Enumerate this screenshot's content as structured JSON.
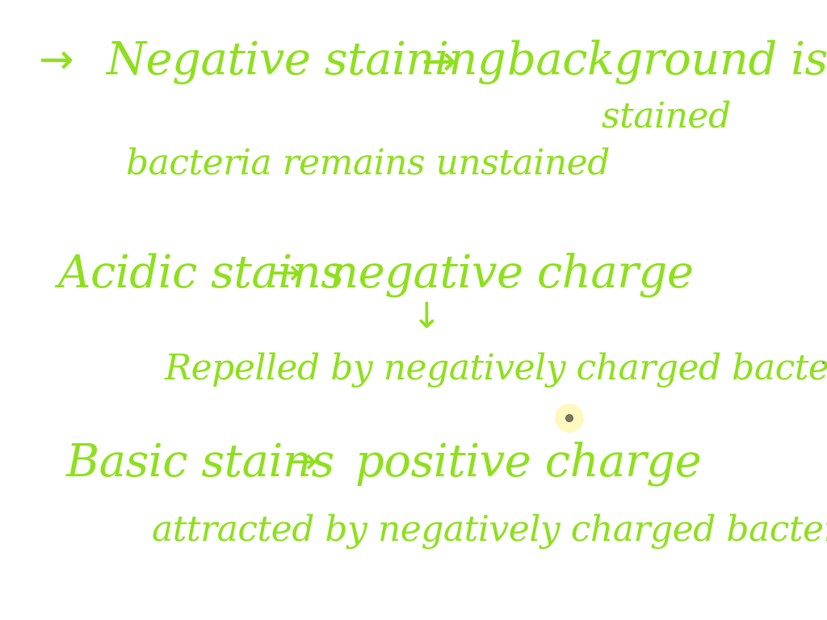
{
  "note": {
    "lines": [
      {
        "arrow": "→",
        "text": "Negative staining"
      },
      {
        "arrow": "→",
        "text": "background is"
      },
      {
        "text": "stained"
      },
      {
        "text": "bacteria remains unstained"
      },
      {
        "text": "Acidic stains"
      },
      {
        "arrow": "→",
        "text": "negative charge"
      },
      {
        "arrow": "↓"
      },
      {
        "text": "Repelled by negatively charged bacterial all"
      },
      {
        "text": "Basic stains"
      },
      {
        "arrow": "→",
        "text": "positive charge"
      },
      {
        "text": "attracted by negatively charged bacterial all"
      }
    ],
    "colors": {
      "ink": "#8ee01c",
      "background": "#ffffff",
      "cursor": "#fff5aa"
    }
  }
}
